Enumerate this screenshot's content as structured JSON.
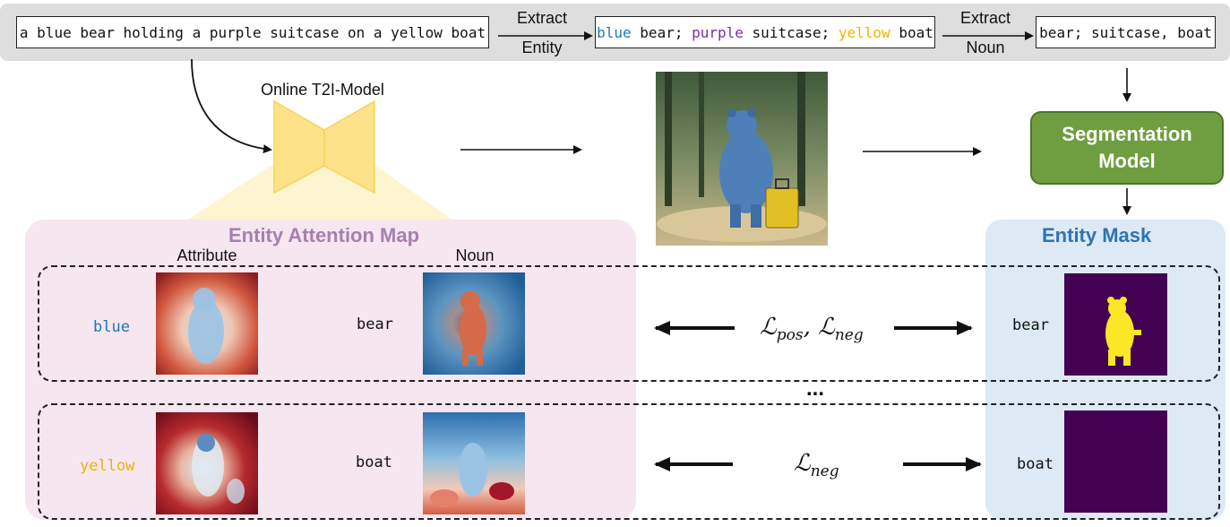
{
  "pipeline": {
    "prompt": "a blue bear holding a purple suitcase on a yellow boat",
    "extract_entity_label": [
      "Extract",
      "Entity"
    ],
    "entities": [
      {
        "attr": "blue",
        "noun": "bear",
        "sep": ";",
        "color": "#1f77b4"
      },
      {
        "attr": "purple",
        "noun": "suitcase",
        "sep": ";",
        "color": "#7b2fa0"
      },
      {
        "attr": "yellow",
        "noun": "boat",
        "sep": "",
        "color": "#f0b400"
      }
    ],
    "extract_noun_label": [
      "Extract",
      "Noun"
    ],
    "nouns_text": "bear; suitcase, boat"
  },
  "model": {
    "t2i_label": "Online T2I-Model",
    "segmentation_label": [
      "Segmentation",
      "Model"
    ]
  },
  "attention_panel": {
    "title": "Entity Attention Map",
    "title_color": "#a77fb0",
    "col_attribute": "Attribute",
    "col_noun": "Noun"
  },
  "mask_panel": {
    "title": "Entity Mask",
    "title_color": "#2e74b5"
  },
  "rows": [
    {
      "attribute": "blue",
      "attribute_color": "#1f77b4",
      "noun": "bear",
      "loss": "ℒpos, ℒneg",
      "mask_noun": "bear"
    },
    {
      "attribute": "yellow",
      "attribute_color": "#f0b400",
      "noun": "boat",
      "loss": "ℒneg",
      "mask_noun": "boat"
    }
  ],
  "ellipsis": "...",
  "colors": {
    "mask_bg": "#440154",
    "mask_fg": "#fde725",
    "seg_green": "#6e9e3f",
    "funnel": "#fde28a"
  }
}
